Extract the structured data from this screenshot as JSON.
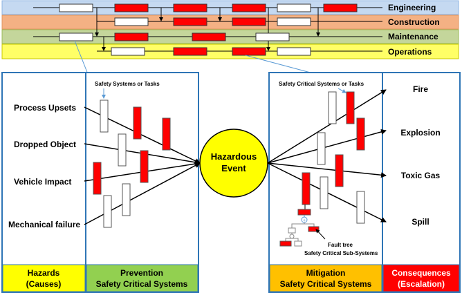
{
  "colors": {
    "engineering": "#c5d9f1",
    "construction": "#f4b184",
    "maintenance": "#c4d69b",
    "operations": "#ffff66",
    "panel_border": "#2e75b6",
    "hazards_footer": "#ffff00",
    "prevention_footer": "#92d050",
    "mitigation_footer": "#ffc000",
    "consequences_footer": "#ff0000",
    "hazard_event": "#ffff00",
    "barrier_red": "#ff0000",
    "callout": "#5b9bd5"
  },
  "lanes": [
    {
      "label": "Engineering"
    },
    {
      "label": "Construction"
    },
    {
      "label": "Maintenance"
    },
    {
      "label": "Operations"
    }
  ],
  "hazards": {
    "items": [
      "Process Upsets",
      "Dropped Object",
      "Vehicle Impact",
      "Mechanical failure"
    ]
  },
  "prevention": {
    "note": "Safety Systems or Tasks"
  },
  "center": {
    "line1": "Hazardous",
    "line2": "Event"
  },
  "mitigation": {
    "note": "Safety Critical Systems or Tasks",
    "fault_tree_line1": "Fault tree",
    "fault_tree_line2": "Safety Critical Sub-Systems",
    "or_gate_symbol": "+"
  },
  "consequences": {
    "items": [
      "Fire",
      "Explosion",
      "Toxic Gas",
      "Spill"
    ]
  },
  "footers": {
    "hazards": {
      "line1": "Hazards",
      "line2": "(Causes)"
    },
    "prevention": {
      "line1": "Prevention",
      "line2": "Safety Critical Systems"
    },
    "mitigation": {
      "line1": "Mitigation",
      "line2": "Safety Critical Systems"
    },
    "consequences": {
      "line1": "Consequences",
      "line2": "(Escalation)"
    }
  }
}
